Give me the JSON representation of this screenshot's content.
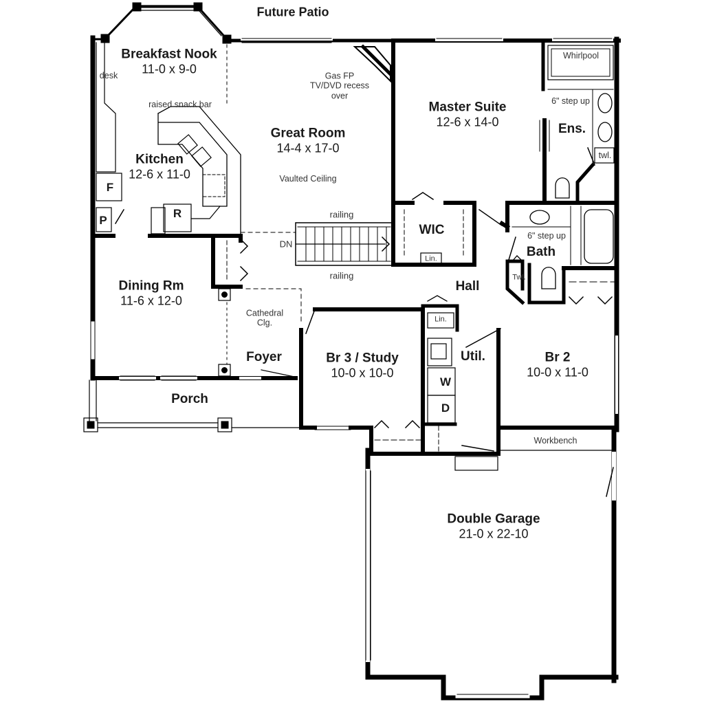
{
  "title": "Future Patio",
  "rooms": {
    "breakfast_nook": {
      "name": "Breakfast Nook",
      "dim": "11-0 x 9-0"
    },
    "kitchen": {
      "name": "Kitchen",
      "dim": "12-6 x 11-0"
    },
    "great_room": {
      "name": "Great Room",
      "dim": "14-4 x 17-0"
    },
    "master_suite": {
      "name": "Master Suite",
      "dim": "12-6 x 14-0"
    },
    "ensuite": {
      "name": "Ens."
    },
    "wic": {
      "name": "WIC"
    },
    "bath": {
      "name": "Bath"
    },
    "hall": {
      "name": "Hall"
    },
    "dining": {
      "name": "Dining Rm",
      "dim": "11-6 x 12-0"
    },
    "foyer": {
      "name": "Foyer"
    },
    "porch": {
      "name": "Porch"
    },
    "br3": {
      "name": "Br 3 / Study",
      "dim": "10-0 x 10-0"
    },
    "util": {
      "name": "Util."
    },
    "br2": {
      "name": "Br 2",
      "dim": "10-0 x 11-0"
    },
    "garage": {
      "name": "Double Garage",
      "dim": "21-0 x 22-10"
    }
  },
  "notes": {
    "desk": "desk",
    "snack_bar": "raised snack bar",
    "gas_fp_line1": "Gas FP",
    "gas_fp_line2": "TV/DVD recess",
    "gas_fp_line3": "over",
    "vaulted": "Vaulted Ceiling",
    "railing_top": "railing",
    "railing_bottom": "railing",
    "stairs_dn": "DN",
    "cathedral_line1": "Cathedral",
    "cathedral_line2": "Clg.",
    "whirlpool": "Whirlpool",
    "ens_step": "6\" step up",
    "bath_step": "6\" step up",
    "twl_ens": "twl.",
    "twl_bath": "Twl.",
    "lin_wic": "Lin.",
    "lin_hall": "Lin.",
    "workbench": "Workbench"
  },
  "fixtures": {
    "fridge": "F",
    "pantry": "P",
    "range": "R",
    "washer": "W",
    "dryer": "D"
  }
}
